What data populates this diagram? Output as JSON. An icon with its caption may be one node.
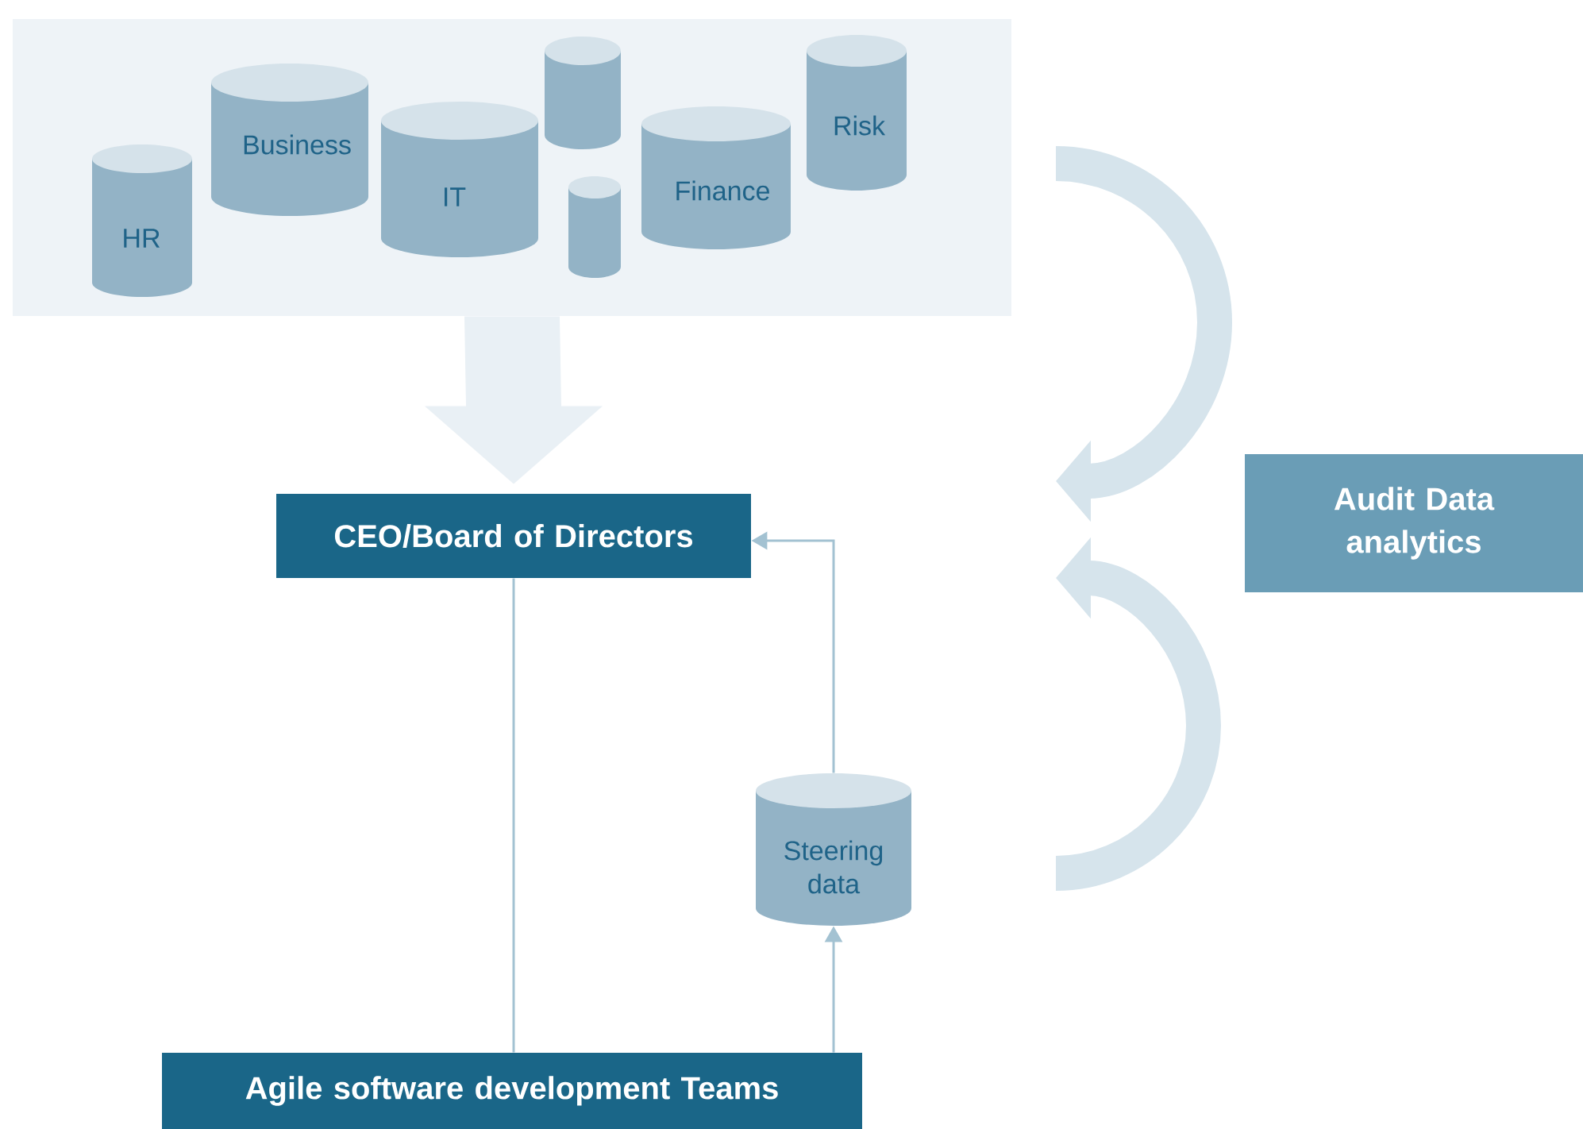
{
  "diagram": {
    "nodes": [
      {
        "text": [],
        "shape": "box"
      },
      {
        "text": [
          "HR"
        ],
        "in": 0
      },
      {
        "text": [
          "Business"
        ],
        "in": 0
      },
      {
        "text": [
          "IT"
        ],
        "in": 0
      },
      {
        "text": [],
        "shape": "cylinder",
        "in": 0
      },
      {
        "text": [],
        "shape": "cylinder",
        "in": 0
      },
      {
        "text": [
          "Finance"
        ],
        "in": 0
      },
      {
        "text": [
          "Risk"
        ],
        "in": 0
      },
      {
        "text": [
          "CEO/Board of Directors"
        ]
      },
      {
        "text": [
          "Audit Data analytics"
        ]
      },
      {
        "text": [
          "Steering data"
        ]
      },
      {
        "text": [
          "Agile software development Teams"
        ]
      }
    ],
    "edges": [
      {
        "from": 0,
        "to": 8,
        "arrow": "to",
        "style": "thick",
        "color": "#e9f0f5"
      },
      {
        "from": 11,
        "to": 8,
        "arrow": "none"
      },
      {
        "from": 11,
        "to": 10,
        "arrow": "to"
      },
      {
        "from": 10,
        "to": 8,
        "arrow": "to"
      }
    ]
  }
}
